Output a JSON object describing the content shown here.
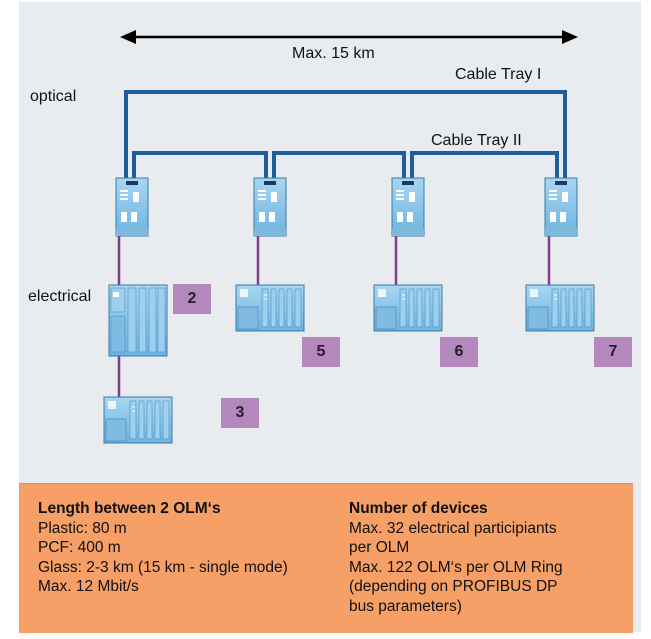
{
  "diagram": {
    "distance_label": "Max. 15 km",
    "optical_label": "optical",
    "electrical_label": "electrical",
    "cable_tray_1": "Cable Tray I",
    "cable_tray_2": "Cable Tray II",
    "badges": [
      "2",
      "3",
      "5",
      "6",
      "7"
    ],
    "colors": {
      "background": "#e9ecef",
      "fiber": "#1f5e9c",
      "bus": "#7b3f8a",
      "device": "#8ec6e9",
      "badge": "#b487bd",
      "info_box": "#f6a068"
    }
  },
  "info": {
    "left_title": "Length between 2 OLM‘s",
    "left_lines": [
      "Plastic: 80 m",
      "PCF: 400 m",
      "Glass: 2-3 km (15 km - single mode)",
      "Max. 12 Mbit/s"
    ],
    "right_title": "Number of devices",
    "right_lines": [
      "Max. 32 electrical participiants",
      "per OLM",
      "Max. 122 OLM‘s per OLM Ring",
      "(depending on PROFIBUS DP",
      "bus parameters)"
    ]
  }
}
